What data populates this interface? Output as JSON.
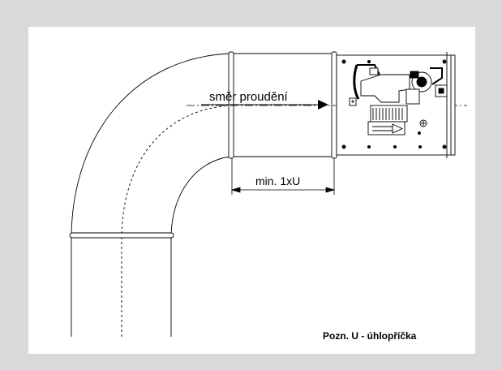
{
  "labels": {
    "flow_direction": "směr proudění",
    "min_distance": "min. 1xU",
    "note": "Pozn. U - úhlopříčka"
  },
  "colors": {
    "frame_background": "#d9d9d9",
    "panel_background": "#ffffff",
    "line": "#000000"
  }
}
